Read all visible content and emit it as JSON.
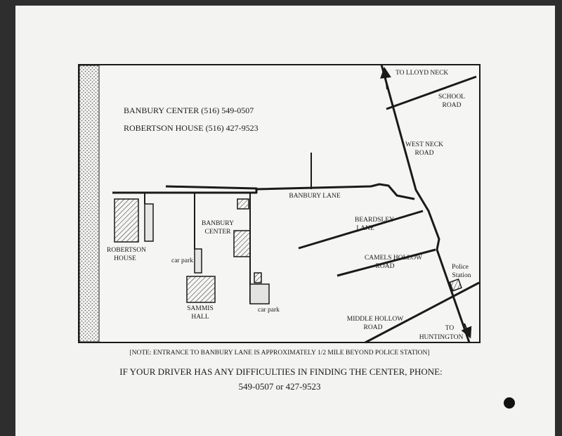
{
  "header": {
    "banbury_center": "BANBURY CENTER  (516) 549-0507",
    "robertson_house": "ROBERTSON HOUSE  (516) 427-9523"
  },
  "map_labels": {
    "to_lloyd_neck": "TO LLOYD NECK",
    "school_road": [
      "SCHOOL",
      "ROAD"
    ],
    "west_neck_road": [
      "WEST NECK",
      "ROAD"
    ],
    "banbury_lane": "BANBURY LANE",
    "beardsley_lane": [
      "BEARDSLEY",
      "LANE"
    ],
    "camels_hollow_road": [
      "CAMELS HOLLOW",
      "ROAD"
    ],
    "police_station": [
      "Police",
      "Station"
    ],
    "middle_hollow_road": [
      "MIDDLE HOLLOW",
      "ROAD"
    ],
    "to_huntington": [
      "TO",
      "HUNTINGTON"
    ],
    "robertson_house": [
      "ROBERTSON",
      "HOUSE"
    ],
    "banbury_center": [
      "BANBURY",
      "CENTER"
    ],
    "sammis_hall": [
      "SAMMIS",
      "HALL"
    ],
    "car_park_1": "car park",
    "car_park_2": "car park"
  },
  "footer": {
    "note": "[NOTE: ENTRANCE TO BANBURY LANE IS APPROXIMATELY 1/2 MILE BEYOND POLICE STATION]",
    "instruction": "IF YOUR DRIVER HAS ANY DIFFICULTIES IN FINDING THE CENTER, PHONE:",
    "phones": "549-0507  or 427-9523"
  }
}
